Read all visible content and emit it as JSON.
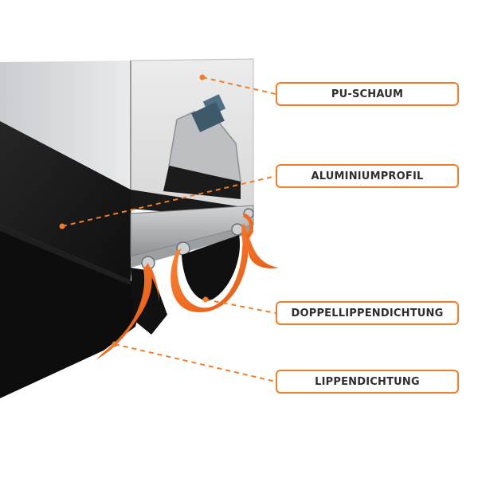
{
  "labels": [
    {
      "text": "PU-SCHAUM"
    },
    {
      "text": "ALUMINIUMPROFIL"
    },
    {
      "text": "DOPPELLIPPENDICHTUNG"
    },
    {
      "text": "LIPPENDICHTUNG"
    }
  ],
  "colors": {
    "accent": "#f07d2a",
    "seal_orange": "#f06a22",
    "foam_panel": "#e6e6e6",
    "door_face": "#dcdfe2",
    "aluminium": "#b9bcbf",
    "black_profile": "#141414",
    "brush": "#0b0b0b"
  }
}
